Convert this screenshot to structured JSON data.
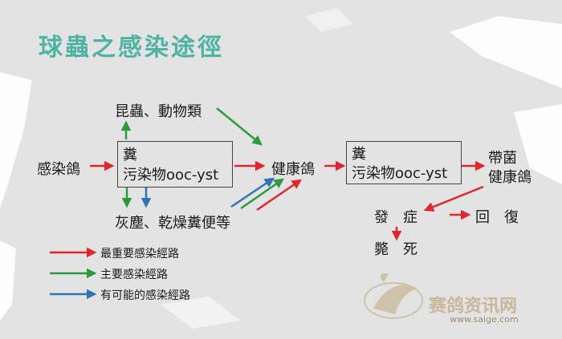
{
  "title": "球蟲之感染途徑",
  "colors": {
    "red": "#e0262f",
    "green": "#2e9a3e",
    "blue": "#2f74b5",
    "title": "#4fb3a3",
    "watermark": "#c9b89a"
  },
  "nodes": {
    "source": "感染鴿",
    "feces_box": {
      "line1": "糞",
      "line2": "污染物ooc-yst"
    },
    "insects": "昆蟲、動物類",
    "dust": "灰塵、乾燥糞便等",
    "healthy": "健康鴿",
    "feces_box2": {
      "line1": "糞",
      "line2": "污染物ooc-yst"
    },
    "carrier": {
      "line1": "帶菌",
      "line2": "健康鴿"
    },
    "onset": "發　症",
    "recovery": "回　復",
    "death": "斃　死"
  },
  "legend": [
    {
      "label": "最重要感染經路",
      "color": "red"
    },
    {
      "label": "主要感染經路",
      "color": "green"
    },
    {
      "label": "有可能的感染經路",
      "color": "blue"
    }
  ],
  "watermark": {
    "name": "赛鸽资讯网",
    "url": "www.saige.com"
  }
}
